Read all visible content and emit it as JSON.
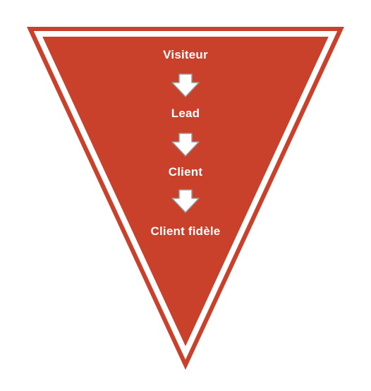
{
  "funnel": {
    "colors": {
      "fill": "#C9402B",
      "border": "#C9402B",
      "inner_stroke": "#FFFFFF",
      "arrow_fill": "#FFFFFF",
      "arrow_stroke": "#9A9A9A"
    },
    "stages": [
      {
        "label": "Visiteur"
      },
      {
        "label": "Lead"
      },
      {
        "label": "Client"
      },
      {
        "label": "Client fidèle"
      }
    ],
    "arrows": [
      {
        "icon": "down-arrow-icon"
      },
      {
        "icon": "down-arrow-icon"
      },
      {
        "icon": "down-arrow-icon"
      }
    ]
  }
}
